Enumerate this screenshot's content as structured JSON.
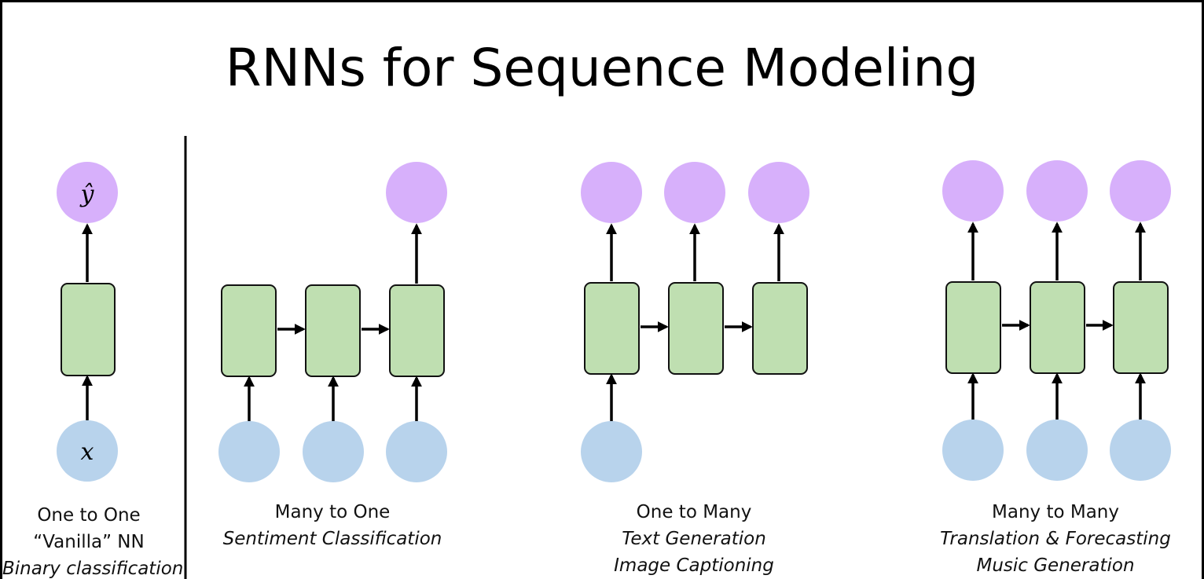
{
  "title": "RNNs for Sequence Modeling",
  "colors": {
    "output_node": "#d7b0fb",
    "input_node": "#b8d3ec",
    "cell_fill": "#bfdfb1",
    "cell_stroke": "#111111",
    "arrow": "#000000"
  },
  "labels": {
    "y_hat": "ŷ",
    "x": "x"
  },
  "panels": [
    {
      "name": "one-to-one",
      "caption": "One to One",
      "sub1": "“Vanilla” NN",
      "sub2": "Binary classification"
    },
    {
      "name": "many-to-one",
      "caption": "Many to One",
      "sub1": "Sentiment Classification",
      "sub2": ""
    },
    {
      "name": "one-to-many",
      "caption": "One to Many",
      "sub1": "Text Generation",
      "sub2": "Image Captioning"
    },
    {
      "name": "many-to-many",
      "caption": "Many to Many",
      "sub1": "Translation & Forecasting",
      "sub2": "Music Generation"
    }
  ]
}
